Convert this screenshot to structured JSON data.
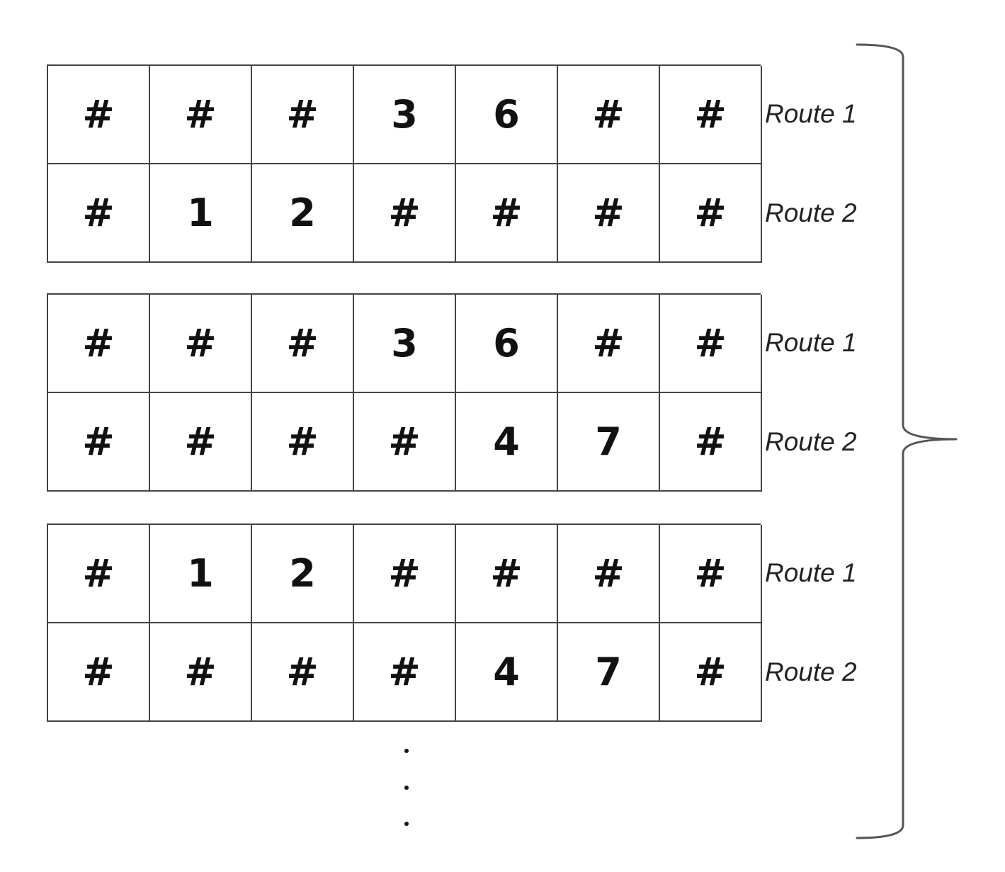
{
  "blocks": [
    {
      "rows": [
        {
          "label": "Route 1",
          "cells": [
            "#",
            "#",
            "#",
            "3",
            "6",
            "#",
            "#"
          ]
        },
        {
          "label": "Route 2",
          "cells": [
            "#",
            "1",
            "2",
            "#",
            "#",
            "#",
            "#"
          ]
        }
      ]
    },
    {
      "rows": [
        {
          "label": "Route 1",
          "cells": [
            "#",
            "#",
            "#",
            "3",
            "6",
            "#",
            "#"
          ]
        },
        {
          "label": "Route 2",
          "cells": [
            "#",
            "#",
            "#",
            "#",
            "4",
            "7",
            "#"
          ]
        }
      ]
    },
    {
      "rows": [
        {
          "label": "Route 1",
          "cells": [
            "#",
            "1",
            "2",
            "#",
            "#",
            "#",
            "#"
          ]
        },
        {
          "label": "Route 2",
          "cells": [
            "#",
            "#",
            "#",
            "#",
            "4",
            "7",
            "#"
          ]
        }
      ]
    }
  ],
  "continuation": "vertical-ellipsis",
  "colors": {
    "line": "#444444",
    "text": "#111111"
  }
}
